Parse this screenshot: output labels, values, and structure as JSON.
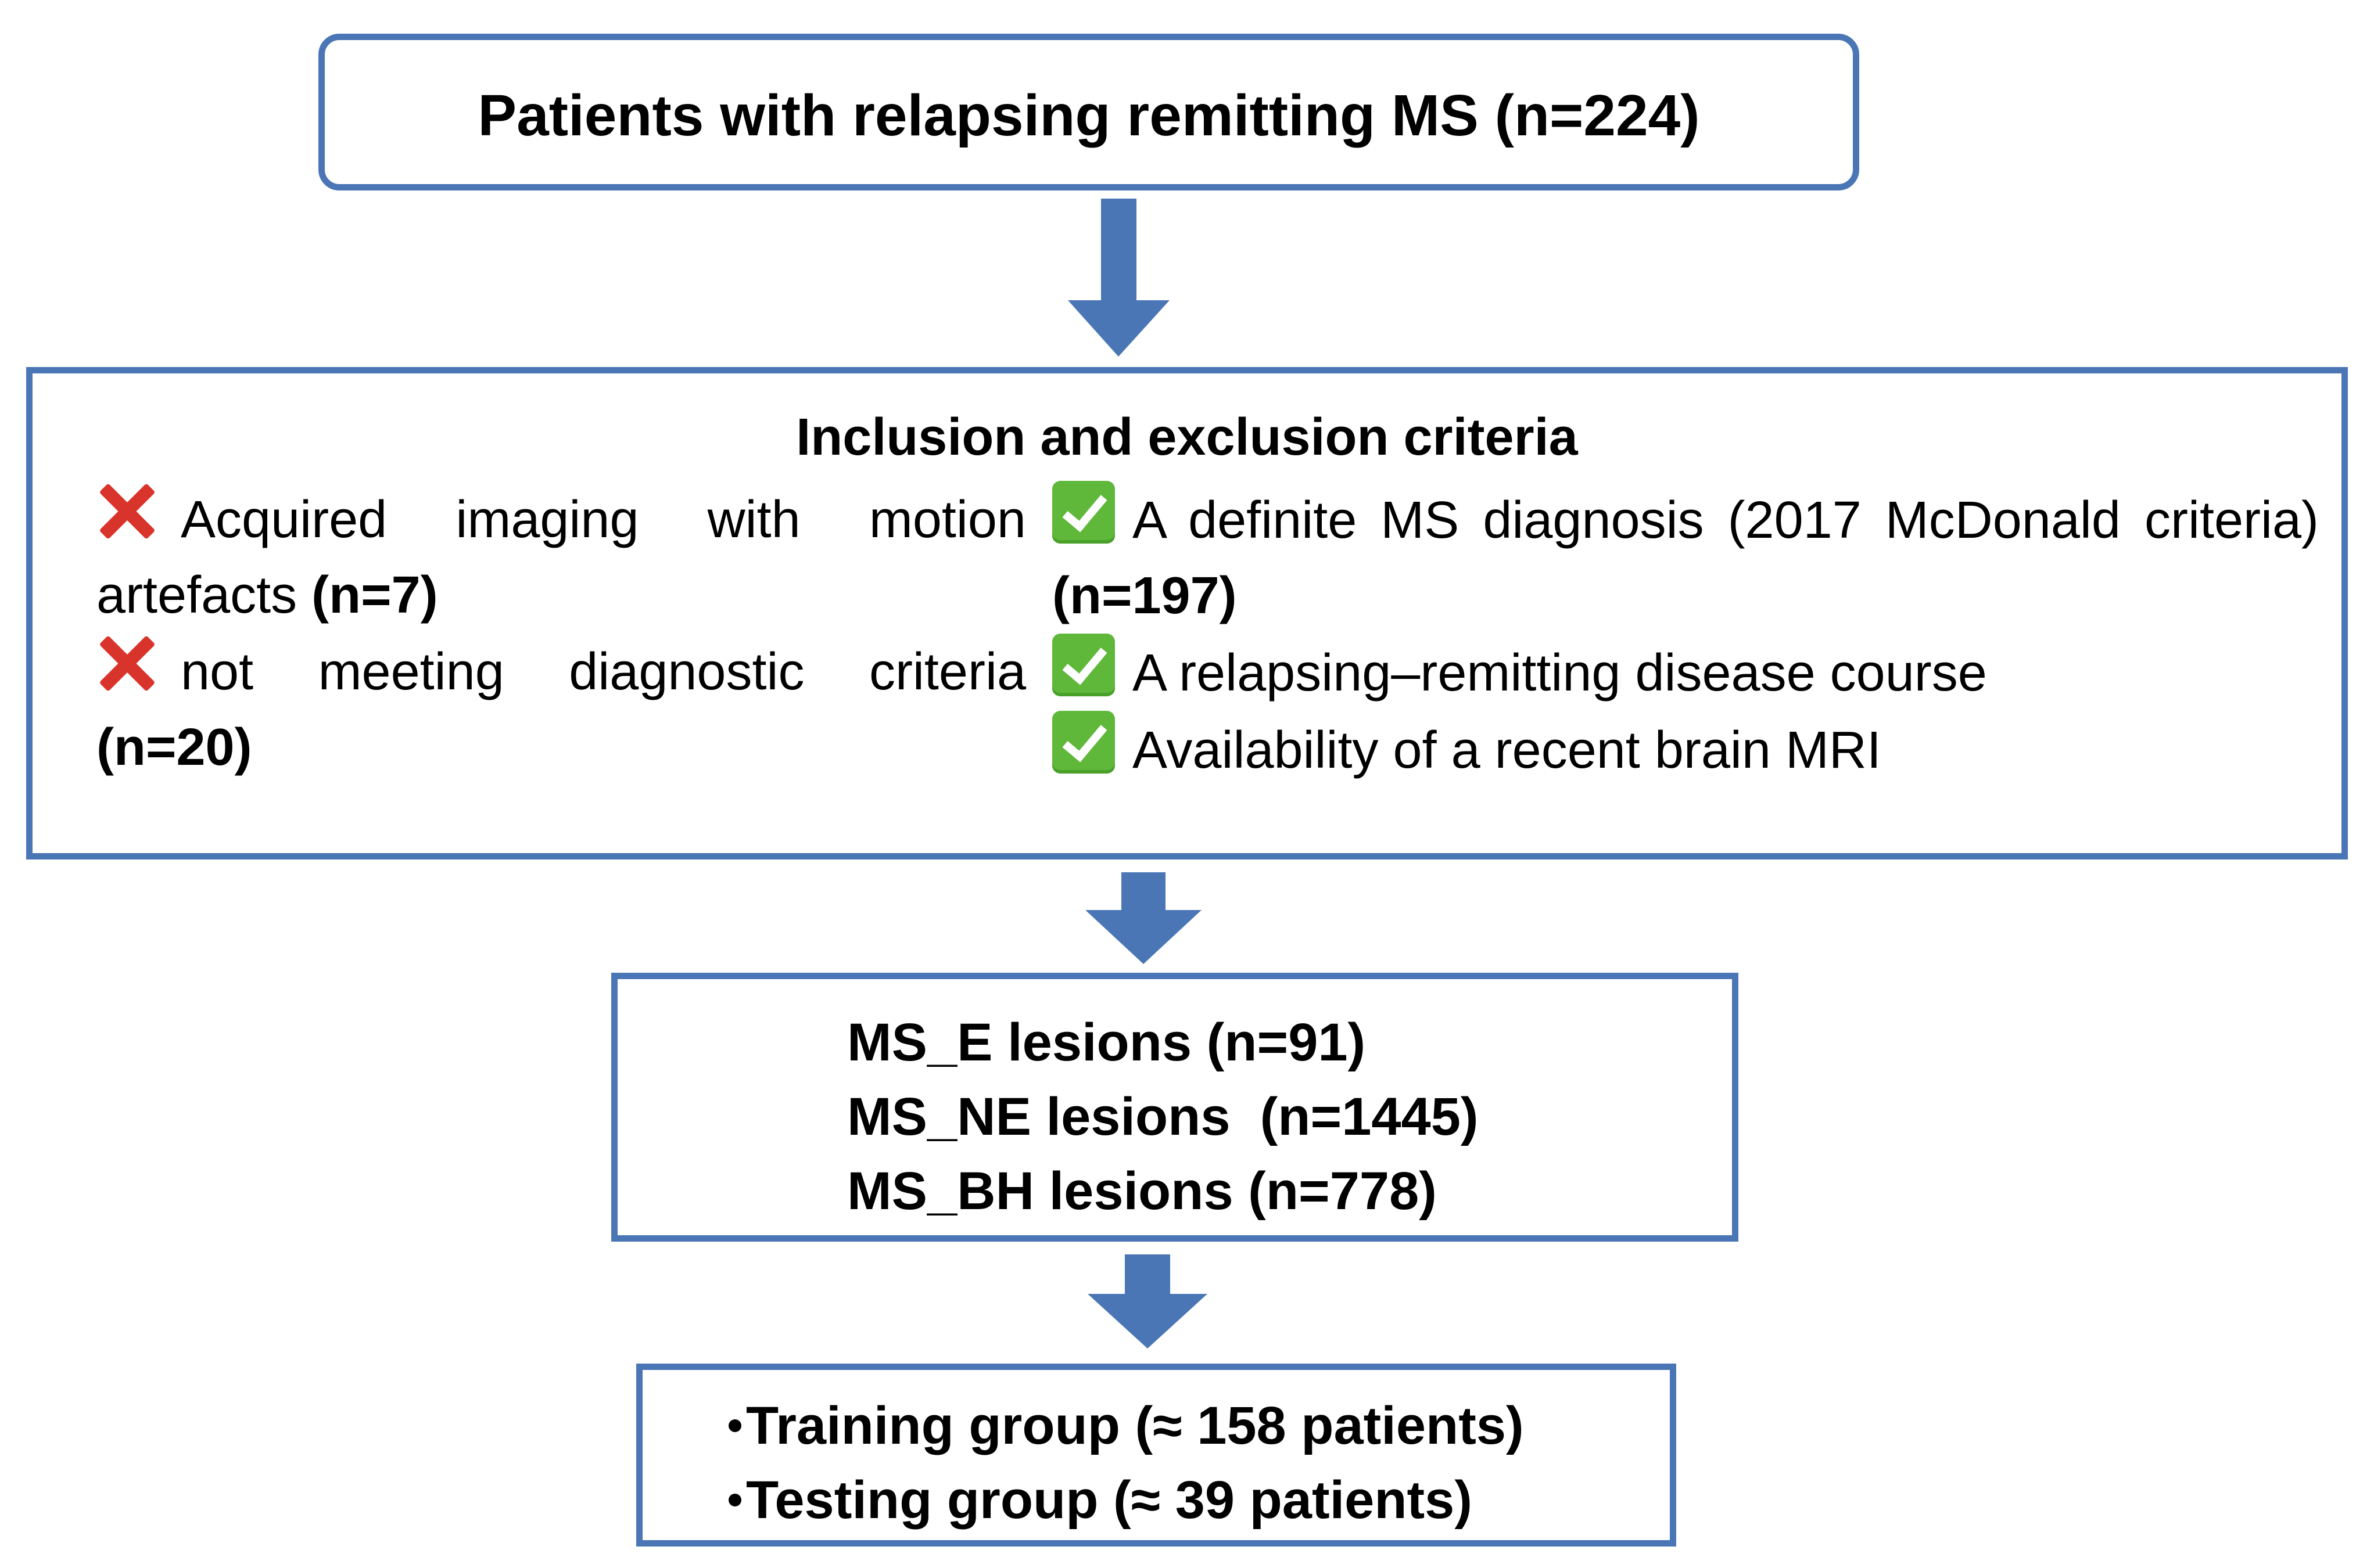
{
  "colors": {
    "border": "#4a76b6",
    "arrow": "#4a76b6",
    "cross": "#d8342c",
    "check": "#5fb83a"
  },
  "icons": {
    "exclusion": "cross-mark-icon",
    "inclusion": "check-box-icon"
  },
  "top_box": {
    "title": "Patients with relapsing remitting MS (n=224)"
  },
  "criteria": {
    "title": "Inclusion and exclusion criteria",
    "exclusion": [
      {
        "text": "Acquired imaging with motion artefacts ",
        "count": "(n=7)"
      },
      {
        "text": "not meeting diagnostic criteria ",
        "count": "(n=20)"
      }
    ],
    "inclusion": [
      {
        "text": "A definite MS diagnosis (2017 McDonald criteria) ",
        "count": "(n=197)"
      },
      {
        "text": "A relapsing–remitting disease course",
        "count": ""
      },
      {
        "text": "Availability of a recent brain MRI",
        "count": ""
      }
    ]
  },
  "lesions": {
    "lines": [
      "MS_E lesions (n=91)",
      "MS_NE lesions  (n=1445)",
      "MS_BH lesions (n=778)"
    ]
  },
  "groups": {
    "lines": [
      "Training group (≈ 158 patients)",
      "Testing group (≈ 39 patients)"
    ]
  }
}
